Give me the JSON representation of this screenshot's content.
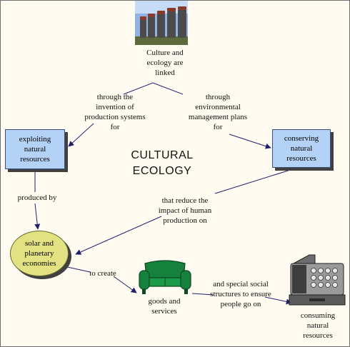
{
  "title": "CULTURAL\nECOLOGY",
  "nodes": {
    "root": "Culture and\necology are\nlinked",
    "exploiting": "exploiting\nnatural\nresources",
    "conserving": "conserving\nnatural\nresources",
    "solar": "solar and\nplanetary\neconomies",
    "goods": "goods and\nservices",
    "consuming": "consuming\nnatural\nresources"
  },
  "links": {
    "production": "through the\ninvention of\nproduction systems\nfor",
    "environmental": "through\nenvironmental\nmanagement plans\nfor",
    "produced_by": "produced by",
    "reduce": "that reduce the\nimpact of human\nproduction on",
    "to_create": "to create",
    "social": "and special social\nstructures to ensure\npeople go on"
  },
  "icons": {
    "root": "easter-island-moai-photo",
    "goods": "green-sofa-icon",
    "consuming": "cash-register-icon"
  },
  "colors": {
    "background": "#fffbf0",
    "concept_box": "#b4d2f5",
    "concept_oval": "#e2e283",
    "link_line": "#1f1f6e"
  }
}
